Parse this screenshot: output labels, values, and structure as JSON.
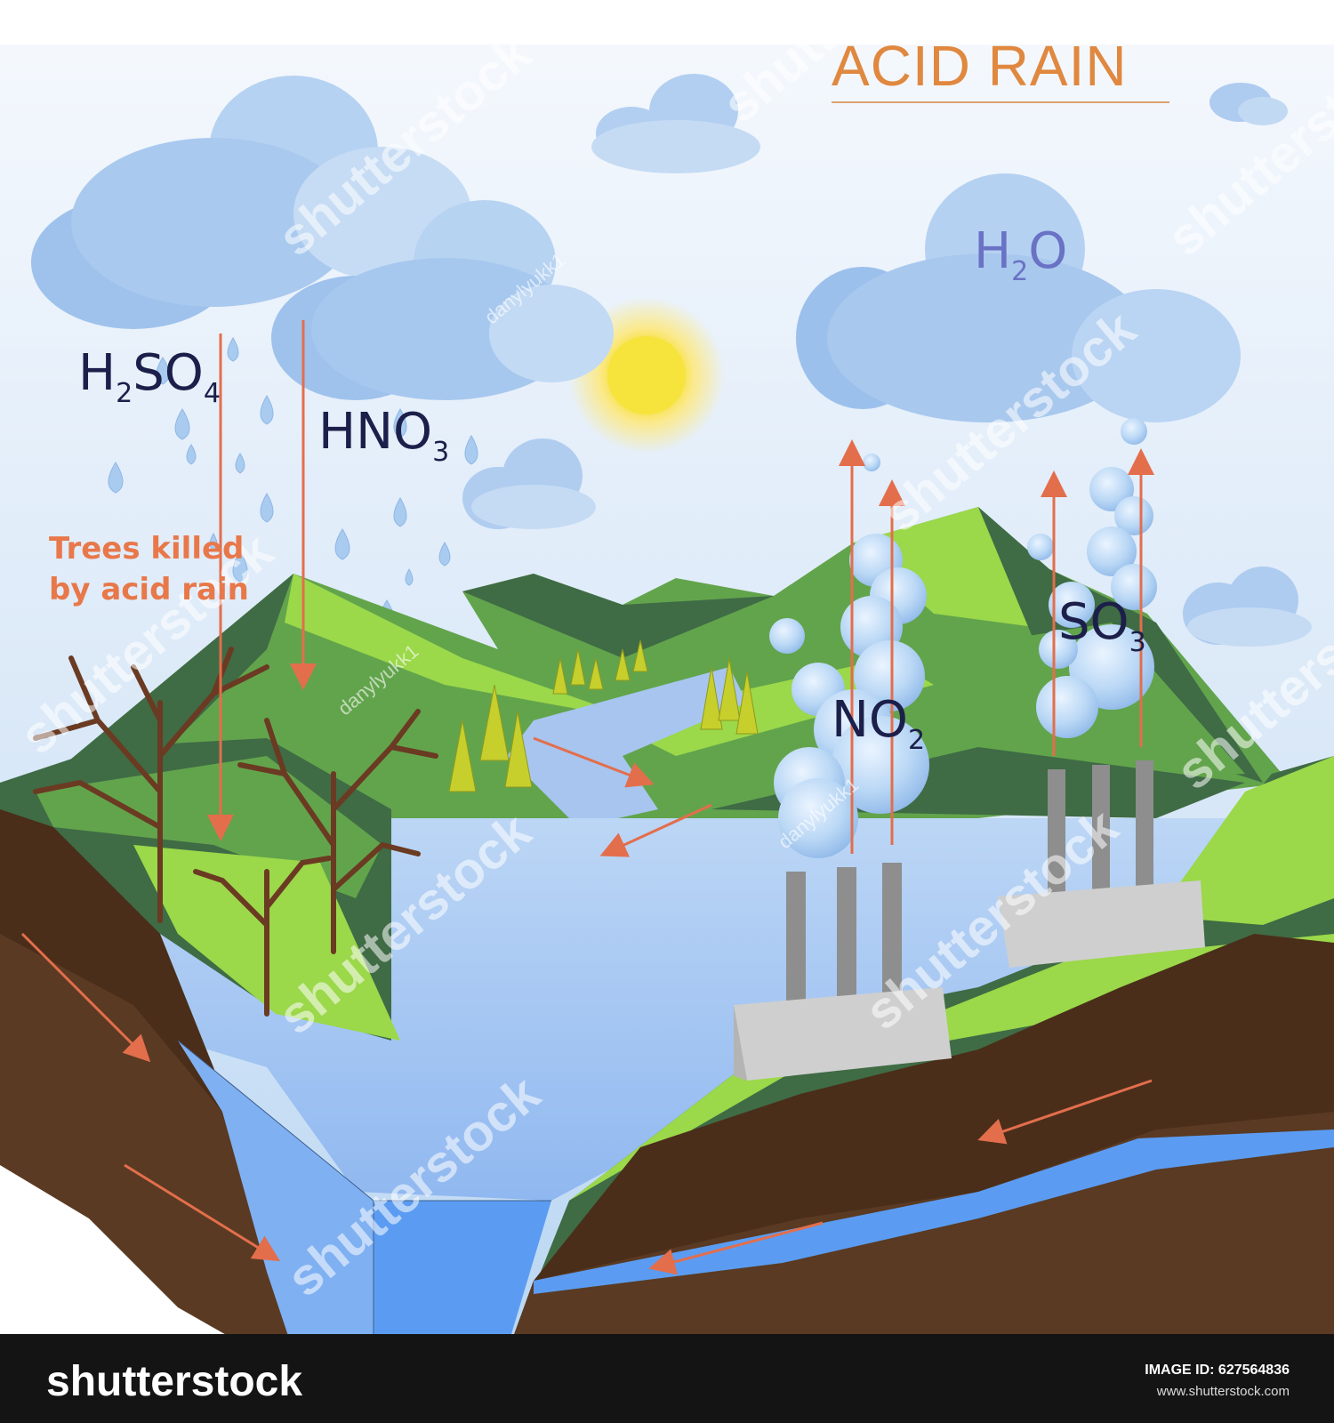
{
  "title": "ACID RAIN",
  "labels": {
    "h2so4": {
      "main": "H",
      "sub1": "2",
      "mid": "SO",
      "sub2": "4"
    },
    "hno3": {
      "main": "HNO",
      "sub": "3"
    },
    "h2o": {
      "main": "H",
      "sub": "2",
      "end": "O"
    },
    "no2": {
      "main": "NO",
      "sub": "2"
    },
    "so3": {
      "main": "SO",
      "sub": "3"
    },
    "trees_line1": "Trees killed",
    "trees_line2": "by acid rain"
  },
  "watermarks": {
    "brand": "shutterstock",
    "author": "danylyukk1"
  },
  "footer": {
    "logo": "shutterstock",
    "image_id": "IMAGE ID: 627564836",
    "url": "www.shutterstock.com"
  },
  "colors": {
    "sky_top": "#ffffff",
    "sky_bottom": "#b9d6f2",
    "cloud": "#a9c9ef",
    "mountain_dark": "#3f6b45",
    "mountain_mid": "#62a44c",
    "mountain_light": "#9bd84a",
    "water": "#a6c7f3",
    "water_deep": "#5b9cf2",
    "soil": "#5a3a22",
    "arrow": "#e36e4c",
    "title": "#e0883f",
    "sun": "#f7e24a"
  }
}
